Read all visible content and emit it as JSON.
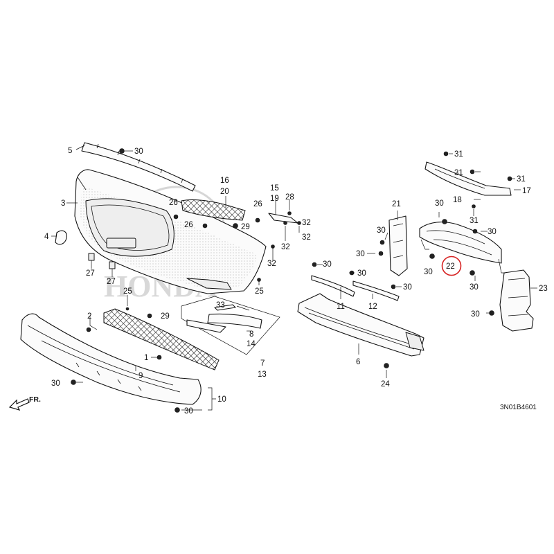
{
  "diagram": {
    "code": "3N01B4601",
    "direction_label": "FR.",
    "watermark_text": "HONDA",
    "highlighted_part": "22",
    "callouts": {
      "c1": "1",
      "c2": "2",
      "c3": "3",
      "c4": "4",
      "c5": "5",
      "c6": "6",
      "c7": "7",
      "c8": "8",
      "c9": "9",
      "c10": "10",
      "c11": "11",
      "c12": "12",
      "c13": "13",
      "c14": "14",
      "c15": "15",
      "c16": "16",
      "c17": "17",
      "c18": "18",
      "c19": "19",
      "c20": "20",
      "c21": "21",
      "c22": "22",
      "c23": "23",
      "c24": "24",
      "c25": "25",
      "c26": "26",
      "c27": "27",
      "c28": "28",
      "c29": "29",
      "c30": "30",
      "c31": "31",
      "c32": "32",
      "c33": "33"
    },
    "colors": {
      "line": "#111111",
      "highlight": "#d62020",
      "watermark": "#d6d6d6"
    }
  }
}
